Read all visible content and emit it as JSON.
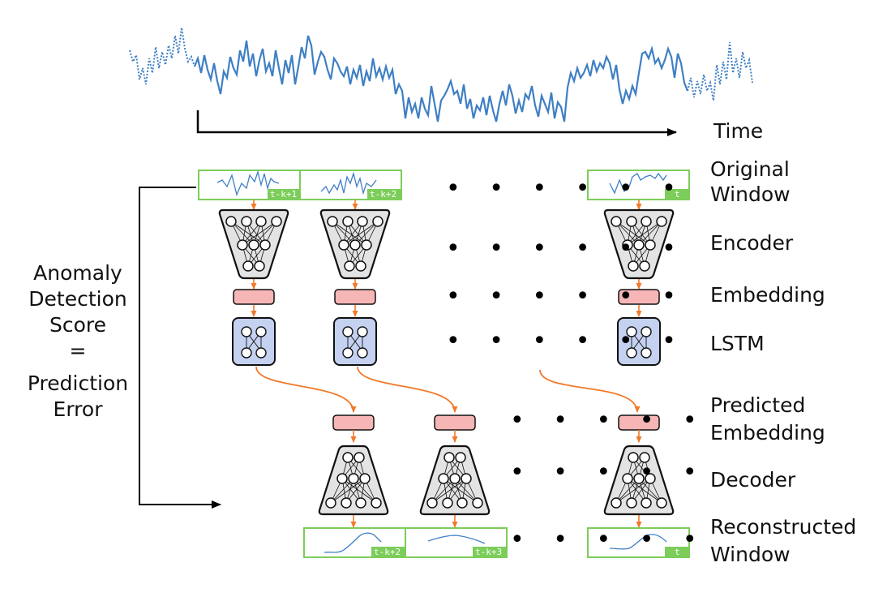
{
  "colors": {
    "series": "#3f7fc4",
    "window_border": "#7ccd5a",
    "tag_fill": "#7ccd5a",
    "arrow": "#f07a2c",
    "embedding": "#f6b6b6",
    "lstm": "#c4d1f0",
    "network": "#e3e3e3"
  },
  "labels": {
    "time": "Time",
    "original_line1": "Original",
    "original_line2": "Window",
    "encoder": "Encoder",
    "embedding": "Embedding",
    "lstm": "LSTM",
    "predicted_line1": "Predicted",
    "predicted_line2": "Embedding",
    "decoder": "Decoder",
    "reconstructed_line1": "Reconstructed",
    "reconstructed_line2": "Window",
    "score_lines": [
      "Anomaly",
      "Detection",
      "Score",
      "=",
      "Prediction",
      "Error"
    ]
  },
  "window_tags": {
    "original": [
      "t-k+1",
      "t-k+2",
      "t"
    ],
    "reconstructed": [
      "t-k+2",
      "t-k+3",
      "t"
    ]
  },
  "ellipsis": "• • • • • •",
  "ellipsis_short": "• • • • •",
  "icons": [
    "encoder-network-icon",
    "decoder-network-icon",
    "lstm-cell-icon",
    "time-arrow-icon"
  ]
}
